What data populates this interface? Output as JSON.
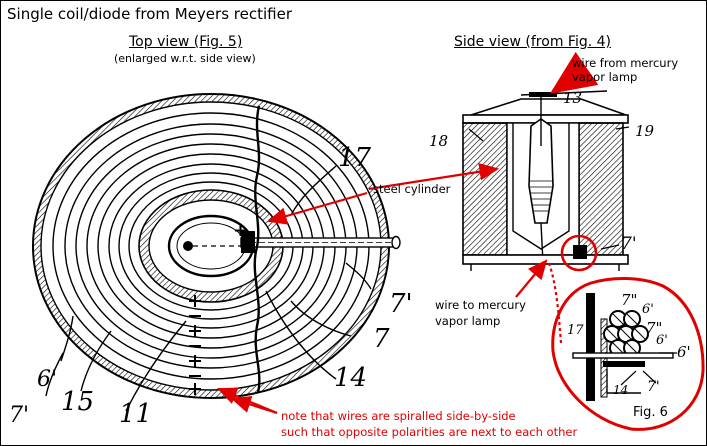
{
  "title": "Single coil/diode from Meyers rectifier",
  "top_view": {
    "heading": "Top view (Fig. 5)",
    "subheading": "(enlarged w.r.t. side view)",
    "numbers": {
      "n17": "17",
      "n7p_right": "7'",
      "n7_right": "7",
      "n14": "14",
      "n11": "11",
      "n15": "15",
      "n6p": "6'",
      "n7p_left": "7'"
    }
  },
  "side_view": {
    "heading": "Side view (from Fig. 4)",
    "numbers": {
      "n13": "13",
      "n18": "18",
      "n19": "19",
      "n7p": "7'"
    }
  },
  "annotations": {
    "wire_from_line1": "wire from mercury",
    "wire_from_line2": "vapor lamp",
    "steel_cylinder": "steel cylinder",
    "wire_to_line1": "wire to mercury",
    "wire_to_line2": "vapor lamp",
    "note_line1": "note that wires are spiralled side-by-side",
    "note_line2": "such that opposite polarities are next to each other"
  },
  "fig6": {
    "caption": "Fig. 6",
    "numbers": {
      "n17": "17",
      "n7a": "7\"",
      "n6a": "6'",
      "n7b": "7\"",
      "n6b": "6'",
      "n6c": "6'",
      "n14": "14",
      "n7p": "7'"
    }
  },
  "colors": {
    "ink": "#000000",
    "annotation": "#e00000"
  }
}
